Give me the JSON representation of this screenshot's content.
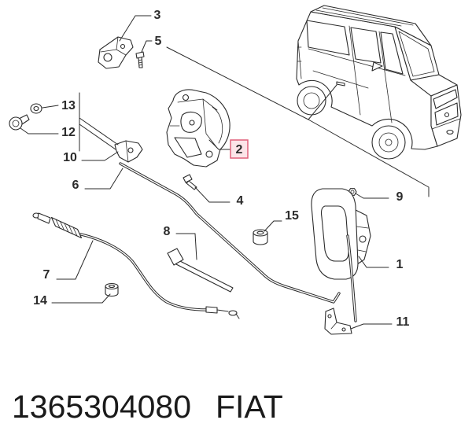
{
  "labels": {
    "p1": "1",
    "p2": "2",
    "p3": "3",
    "p4": "4",
    "p5": "5",
    "p6": "6",
    "p7": "7",
    "p8": "8",
    "p9": "9",
    "p10": "10",
    "p11": "11",
    "p12": "12",
    "p13": "13",
    "p14": "14",
    "p15": "15"
  },
  "part_number": "1365304080",
  "brand": "FIAT",
  "colors": {
    "line": "#2b2b2b",
    "background": "#ffffff",
    "highlight_border": "#e0607a",
    "highlight_fill": "#fce4e8"
  }
}
